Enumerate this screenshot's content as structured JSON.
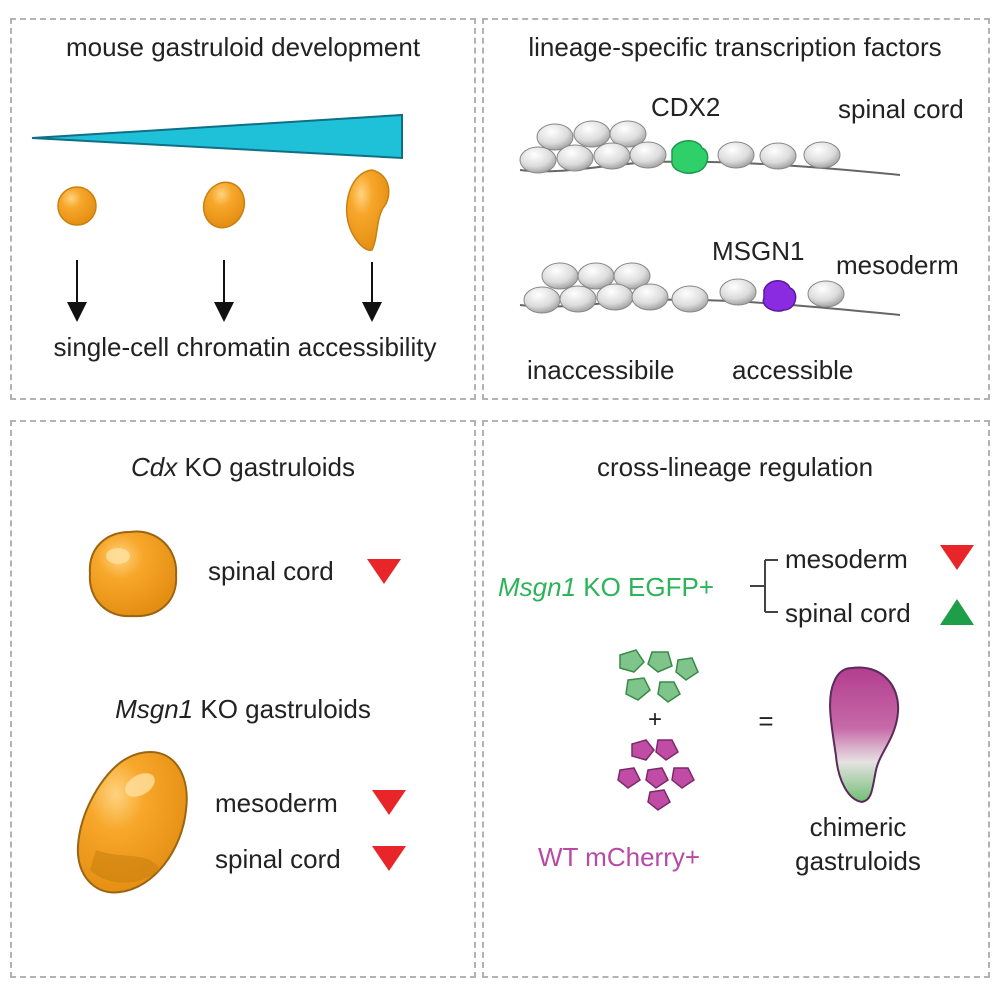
{
  "panel_a": {
    "title": "mouse gastruloid development",
    "caption": "single-cell chromatin accessibility"
  },
  "panel_b": {
    "title": "lineage-specific transcription factors",
    "tf1": "CDX2",
    "tf1_lineage": "spinal cord",
    "tf2": "MSGN1",
    "tf2_lineage": "mesoderm",
    "label_inaccessible": "inaccessibile",
    "label_accessible": "accessible"
  },
  "panel_c": {
    "title_gene": "Cdx",
    "title_rest": " KO gastruloids",
    "cdx_effect": "spinal cord",
    "subtitle_gene": "Msgn1",
    "subtitle_rest": " KO gastruloids",
    "msgn_effect1": "mesoderm",
    "msgn_effect2": "spinal cord"
  },
  "panel_d": {
    "title": "cross-lineage regulation",
    "ko_gene": "Msgn1",
    "ko_rest": " KO EGFP+",
    "effect1": "mesoderm",
    "effect2": "spinal cord",
    "plus": "+",
    "equals": "=",
    "wt_label": "WT mCherry+",
    "result_line1": "chimeric",
    "result_line2": "gastruloids"
  },
  "colors": {
    "orange": "#f5a21b",
    "orange_dark": "#c9800f",
    "cyan": "#1fc1d9",
    "green": "#2db35a",
    "magenta": "#b84aa5",
    "down_red": "#e8262a",
    "up_green": "#1f9e4a"
  }
}
